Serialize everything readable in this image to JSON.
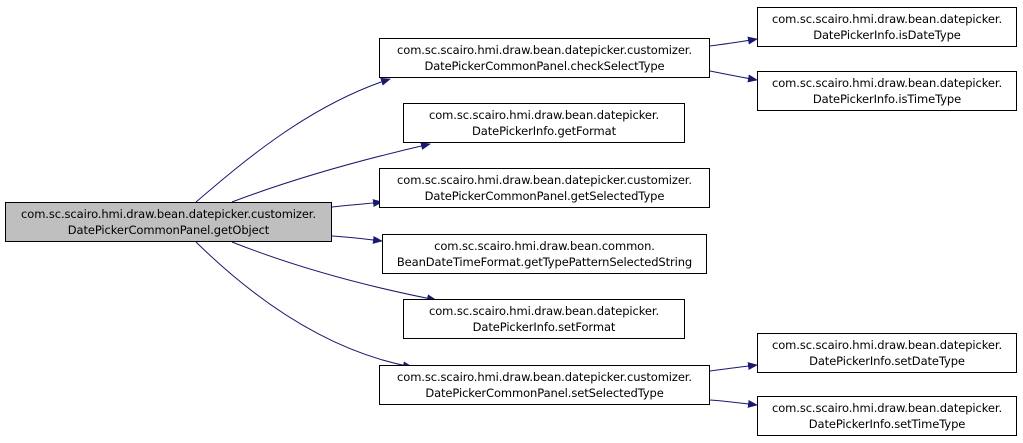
{
  "graph": {
    "root": {
      "line1": "com.sc.scairo.hmi.draw.bean.datepicker.customizer.",
      "line2": "DatePickerCommonPanel.getObject"
    },
    "c1": {
      "line1": "com.sc.scairo.hmi.draw.bean.datepicker.customizer.",
      "line2": "DatePickerCommonPanel.checkSelectType"
    },
    "c2": {
      "line1": "com.sc.scairo.hmi.draw.bean.datepicker.",
      "line2": "DatePickerInfo.getFormat"
    },
    "c3": {
      "line1": "com.sc.scairo.hmi.draw.bean.datepicker.customizer.",
      "line2": "DatePickerCommonPanel.getSelectedType"
    },
    "c4": {
      "line1": "com.sc.scairo.hmi.draw.bean.common.",
      "line2": "BeanDateTimeFormat.getTypePatternSelectedString"
    },
    "c5": {
      "line1": "com.sc.scairo.hmi.draw.bean.datepicker.",
      "line2": "DatePickerInfo.setFormat"
    },
    "c6": {
      "line1": "com.sc.scairo.hmi.draw.bean.datepicker.customizer.",
      "line2": "DatePickerCommonPanel.setSelectedType"
    },
    "g1": {
      "line1": "com.sc.scairo.hmi.draw.bean.datepicker.",
      "line2": "DatePickerInfo.isDateType"
    },
    "g2": {
      "line1": "com.sc.scairo.hmi.draw.bean.datepicker.",
      "line2": "DatePickerInfo.isTimeType"
    },
    "g3": {
      "line1": "com.sc.scairo.hmi.draw.bean.datepicker.",
      "line2": "DatePickerInfo.setDateType"
    },
    "g4": {
      "line1": "com.sc.scairo.hmi.draw.bean.datepicker.",
      "line2": "DatePickerInfo.setTimeType"
    }
  },
  "colors": {
    "root_fill": "#bfbfbf",
    "node_fill": "#ffffff",
    "edge": "#191970"
  }
}
